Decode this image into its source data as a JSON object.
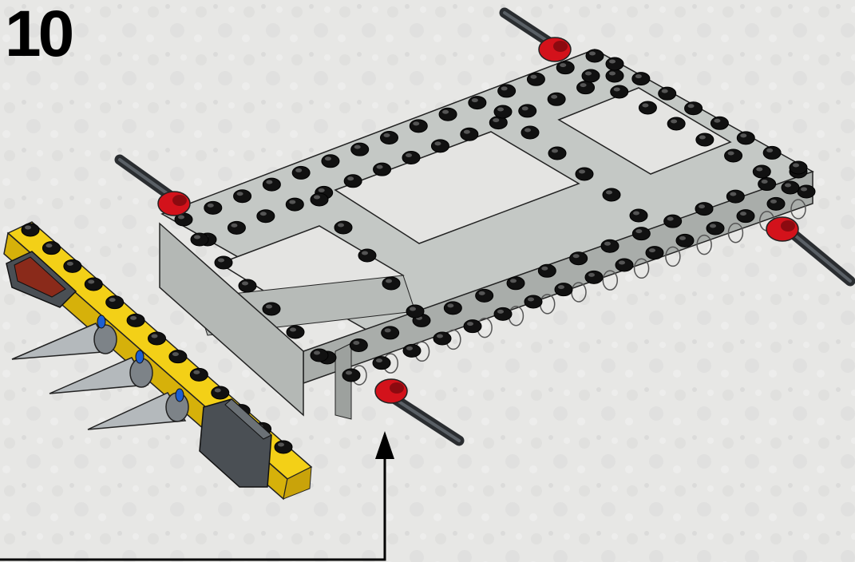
{
  "instruction": {
    "step_number": "10"
  },
  "colors": {
    "background": "#e7e7e5",
    "frame_gray": "#c4c8c5",
    "frame_side": "#a9adaa",
    "stud_black": "#111111",
    "accent_red": "#d3121b",
    "yellow_beam": "#f3d017",
    "axle_dark": "#3b3f43",
    "callout_line": "#000000"
  },
  "icons": [
    "callout-arrow-icon"
  ],
  "parts": [
    "liftarm-frame",
    "axle",
    "bush",
    "yellow-beam",
    "spike",
    "tile"
  ]
}
